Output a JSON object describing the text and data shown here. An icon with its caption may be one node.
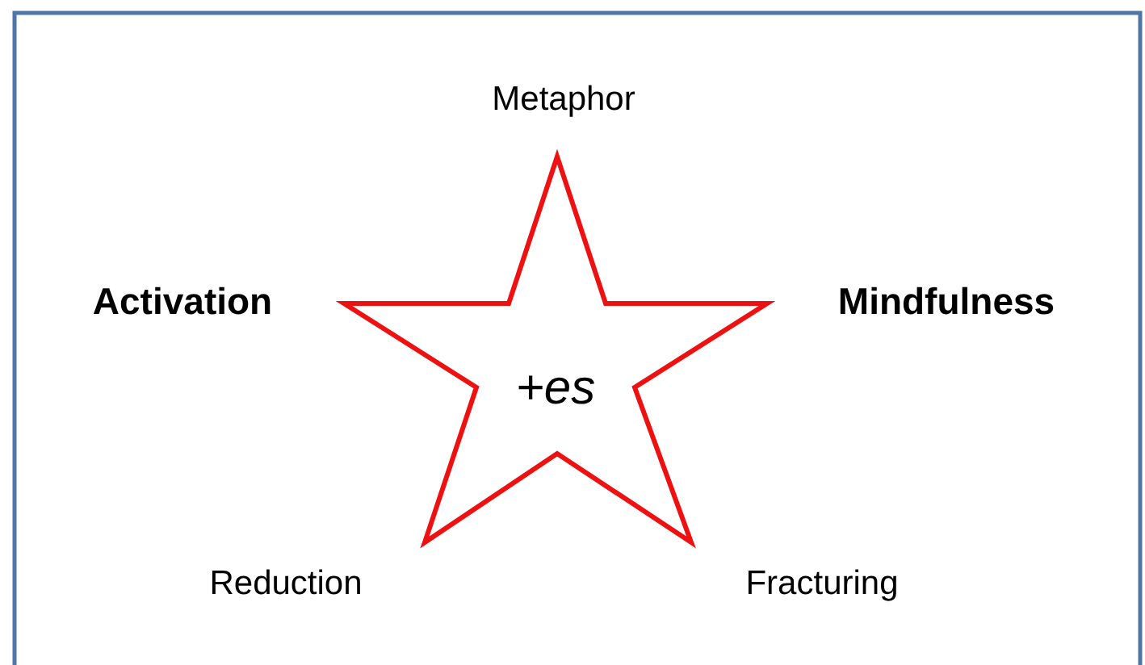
{
  "diagram": {
    "nodes": [
      {
        "text": [
          "+es"
        ]
      }
    ],
    "labels": [
      "Metaphor",
      "Activation",
      "Mindfulness",
      "Reduction",
      "Fracturing"
    ]
  }
}
